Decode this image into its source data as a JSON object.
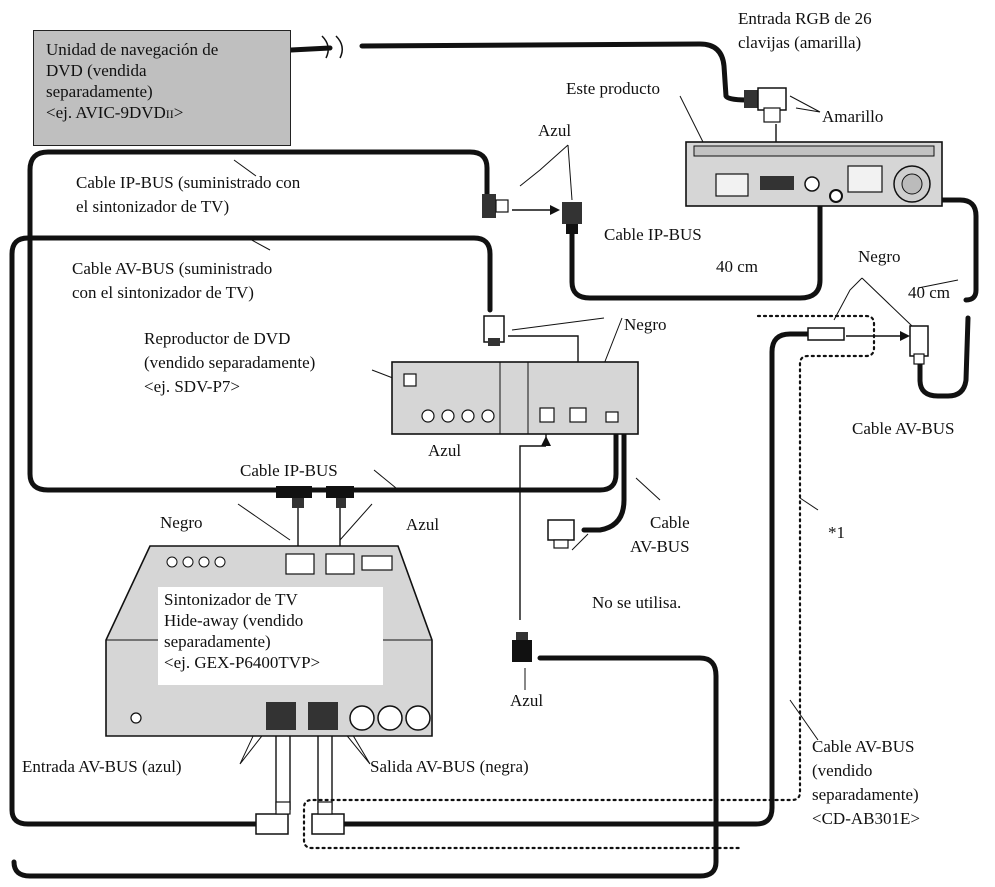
{
  "navigation_unit": {
    "lines": [
      "Unidad de navegación de",
      "DVD (vendida",
      "separadamente)",
      "<ej. AVIC-9DVD",
      "II",
      ">"
    ]
  },
  "labels": {
    "rgb_input": [
      "Entrada RGB de 26",
      "clavijas (amarilla)"
    ],
    "this_product": "Este producto",
    "yellow": "Amarillo",
    "blue_top": "Azul",
    "ipbus_supplied": [
      "Cable IP-BUS (suministrado con",
      "el sintonizador de TV)"
    ],
    "ipbus_cable_mid": "Cable IP-BUS",
    "length_40cm_a": "40 cm",
    "length_40cm_b": "40 cm",
    "black_right": "Negro",
    "avbus_supplied": [
      "Cable AV-BUS (suministrado",
      "con el sintonizador de TV)"
    ],
    "dvd_player": [
      "Reproductor de DVD",
      "(vendido separadamente)",
      "<ej. SDV-P7>"
    ],
    "black_dvd": "Negro",
    "avbus_right": "Cable AV-BUS",
    "blue_dvd": "Azul",
    "ipbus_cable_lower": "Cable IP-BUS",
    "black_tv": "Negro",
    "blue_tv": "Azul",
    "avbus_cable_short": [
      "Cable",
      "AV-BUS"
    ],
    "footnote_marker": "*1",
    "not_used": "No se utilisa.",
    "blue_bottom": "Azul",
    "avbus_input": "Entrada AV-BUS (azul)",
    "avbus_output": "Salida AV-BUS (negra)",
    "avbus_sold": [
      "Cable AV-BUS",
      "(vendido",
      "separadamente)",
      "<CD-AB301E>"
    ]
  },
  "tv_tuner": {
    "lines": [
      "Sintonizador de TV",
      "Hide-away (vendido",
      "separadamente)",
      "<ej. GEX-P6400TVP>"
    ]
  },
  "colors": {
    "cable": "#111111",
    "device_fill": "#d6d6d6",
    "nav_fill": "#bfbfbf"
  }
}
